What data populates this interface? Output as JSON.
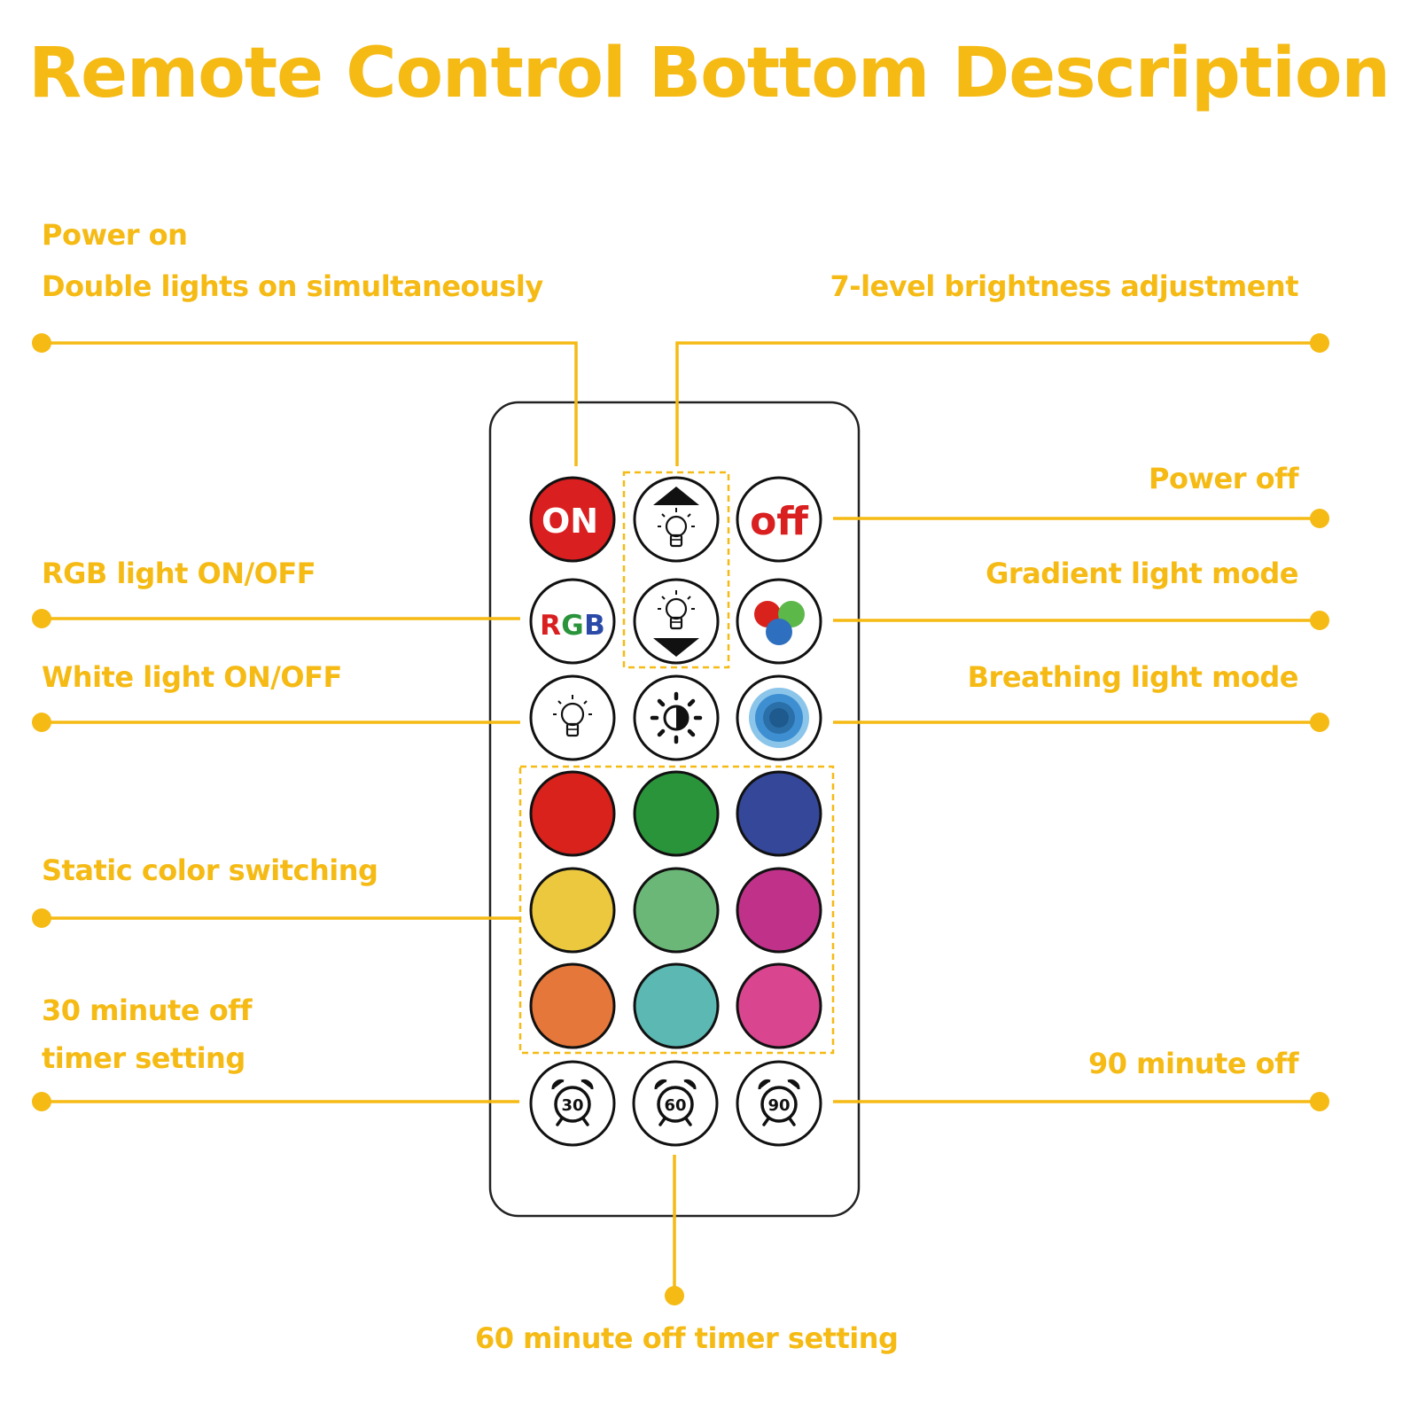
{
  "title": "Remote Control Bottom Description",
  "colors": {
    "accent": "#F5BA14",
    "on_button": "#D91F1F",
    "off_text": "#D91F1F",
    "static_colors": [
      "#D9221C",
      "#2A943B",
      "#344798",
      "#EBC83E",
      "#6BB777",
      "#C0318A",
      "#E5773A",
      "#5CB8B2",
      "#D9468F"
    ]
  },
  "labels": {
    "power_on": "Power on",
    "double_lights": "Double lights on simultaneously",
    "brightness": "7-level brightness adjustment",
    "power_off": "Power off",
    "rgb": "RGB light ON/OFF",
    "gradient": "Gradient light mode",
    "white": "White light ON/OFF",
    "breathing": "Breathing light mode",
    "static": "Static color switching",
    "timer30_line1": "30 minute off",
    "timer30_line2": "timer setting",
    "timer90": "90 minute off",
    "timer60": "60 minute off timer setting"
  },
  "buttons": {
    "on": "ON",
    "off": "off",
    "rgb_r": "R",
    "rgb_g": "G",
    "rgb_b": "B",
    "timer30": "30",
    "timer60": "60",
    "timer90": "90"
  },
  "icons": {
    "brightness_up": "bulb-arrow-up-icon",
    "brightness_down": "bulb-arrow-down-icon",
    "white_light": "bulb-icon",
    "contrast": "brightness-contrast-icon",
    "gradient": "color-dots-icon",
    "breathing": "breathing-circle-icon",
    "timer": "alarm-clock-icon"
  }
}
